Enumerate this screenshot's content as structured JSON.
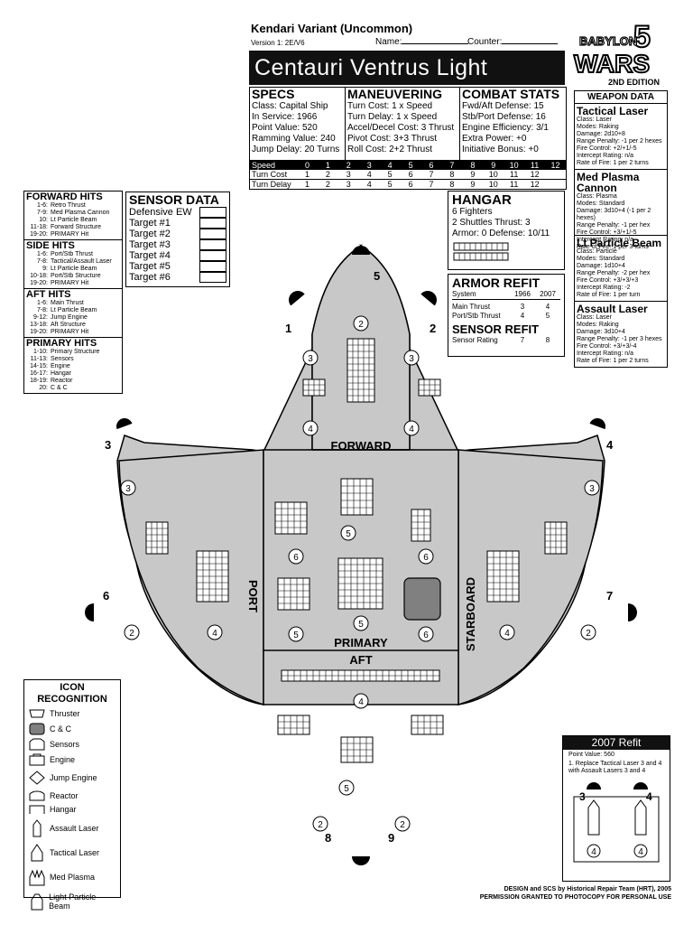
{
  "header": {
    "variant": "Kendari Variant (Uncommon)",
    "version": "Version 1: 2E/V6",
    "name_label": "Name:",
    "counter_label": "Counter:",
    "ship_title": "Centauri Ventrus Light Cruiser"
  },
  "logo": {
    "line1": "BABYLON",
    "line2": "WARS",
    "numeral": "5",
    "edition": "2ND EDITION"
  },
  "specs": {
    "title": "SPECS",
    "lines": [
      "Class: Capital Ship",
      "In Service: 1966",
      "Point Value: 520",
      "Ramming Value: 240",
      "Jump Delay: 20 Turns"
    ]
  },
  "maneuvering": {
    "title": "MANEUVERING",
    "lines": [
      "Turn Cost: 1 x Speed",
      "Turn Delay: 1 x Speed",
      "Accel/Decel Cost: 3 Thrust",
      "Pivot Cost: 3+3 Thrust",
      "Roll Cost: 2+2 Thrust"
    ]
  },
  "combat": {
    "title": "COMBAT STATS",
    "lines": [
      "Fwd/Aft Defense: 15",
      "Stb/Port Defense: 16",
      "Engine Efficiency: 3/1",
      "Extra Power: +0",
      "Initiative Bonus: +0"
    ]
  },
  "speed_table": {
    "speed_label": "Speed",
    "turn_cost_label": "Turn Cost",
    "turn_delay_label": "Turn Delay",
    "speed": [
      "0",
      "1",
      "2",
      "3",
      "4",
      "5",
      "6",
      "7",
      "8",
      "9",
      "10",
      "11",
      "12"
    ],
    "turn_cost": [
      "1",
      "2",
      "3",
      "4",
      "5",
      "6",
      "7",
      "8",
      "9",
      "10",
      "11",
      "12"
    ],
    "turn_delay": [
      "1",
      "2",
      "3",
      "4",
      "5",
      "6",
      "7",
      "8",
      "9",
      "10",
      "11",
      "12"
    ]
  },
  "weapon_data": {
    "title": "WEAPON DATA",
    "weapons": [
      {
        "name": "Tactical Laser",
        "lines": [
          "Class: Laser",
          "Modes: Raking",
          "Damage: 2d10+8",
          "Range Penalty: -1 per 2 hexes",
          "Fire Control: +2/+1/-5",
          "Intercept Rating: n/a",
          "Rate of Fire: 1 per 2 turns"
        ]
      },
      {
        "name": "Med Plasma Cannon",
        "lines": [
          "Class: Plasma",
          "Modes: Standard",
          "Damage: 3d10+4 (-1 per 2 hexes)",
          "Range Penalty: -1 per hex",
          "Fire Control: +3/+1/-5",
          "Intercept Rating: n/a",
          "Rate of Fire: 1 per 3 turns"
        ]
      },
      {
        "name": "Lt Particle Beam",
        "lines": [
          "Class: Particle",
          "Modes: Standard",
          "Damage: 1d10+4",
          "Range Penalty: -2 per hex",
          "Fire Control: +3/+3/+3",
          "Intercept Rating: -2",
          "Rate of Fire: 1 per turn"
        ]
      },
      {
        "name": "Assault Laser",
        "lines": [
          "Class: Laser",
          "Modes: Raking",
          "Damage: 3d10+4",
          "Range Penalty: -1 per 3 hexes",
          "Fire Control: +3/+3/-4",
          "Intercept Rating: n/a",
          "Rate of Fire: 1 per 2 turns"
        ]
      }
    ]
  },
  "sensor_data": {
    "title": "SENSOR DATA",
    "rows": [
      "Defensive EW",
      "Target #1",
      "Target #2",
      "Target #3",
      "Target #4",
      "Target #5",
      "Target #6"
    ]
  },
  "hangar": {
    "title": "HANGAR",
    "line1": "6 Fighters",
    "line2": "2 Shuttles   Thrust: 3",
    "line3": "Armor: 0   Defense: 10/11"
  },
  "armor_refit": {
    "title": "ARMOR REFIT",
    "col_system": "System",
    "col_a": "1966",
    "col_b": "2007",
    "rows": [
      {
        "system": "Main Thrust",
        "a": "3",
        "b": "4"
      },
      {
        "system": "Port/Stb Thrust",
        "a": "4",
        "b": "5"
      }
    ],
    "sensor_title": "SENSOR REFIT",
    "sensor_row": {
      "system": "Sensor Rating",
      "a": "7",
      "b": "8"
    }
  },
  "hit_tables": [
    {
      "title": "FORWARD HITS",
      "rows": [
        [
          "1-6:",
          "Retro Thrust"
        ],
        [
          "7-9:",
          "Med Plasma Cannon"
        ],
        [
          "10:",
          "Lt Particle Beam"
        ],
        [
          "11-18:",
          "Forward Structure"
        ],
        [
          "19-20:",
          "PRIMARY Hit"
        ]
      ]
    },
    {
      "title": "SIDE HITS",
      "rows": [
        [
          "1-6:",
          "Port/Stb Thrust"
        ],
        [
          "7-8:",
          "Tactical/Assault Laser"
        ],
        [
          "9:",
          "Lt Particle Beam"
        ],
        [
          "10-18:",
          "Port/Stb Structure"
        ],
        [
          "19-20:",
          "PRIMARY Hit"
        ]
      ]
    },
    {
      "title": "AFT HITS",
      "rows": [
        [
          "1-6:",
          "Main Thrust"
        ],
        [
          "7-8:",
          "Lt Particle Beam"
        ],
        [
          "9-12:",
          "Jump Engine"
        ],
        [
          "13-18:",
          "Aft Structure"
        ],
        [
          "19-20:",
          "PRIMARY Hit"
        ]
      ]
    },
    {
      "title": "PRIMARY HITS",
      "rows": [
        [
          "1-10:",
          "Primary Structure"
        ],
        [
          "11-13:",
          "Sensors"
        ],
        [
          "14-15:",
          "Engine"
        ],
        [
          "16-17:",
          "Hangar"
        ],
        [
          "18-19:",
          "Reactor"
        ],
        [
          "20:",
          "C & C"
        ]
      ]
    }
  ],
  "ship_labels": {
    "forward": "FORWARD",
    "port": "PORT",
    "primary": "PRIMARY",
    "aft": "AFT",
    "starboard": "STARBOARD"
  },
  "icon_recognition": {
    "title": "ICON RECOGNITION",
    "items": [
      "Thruster",
      "C & C",
      "Sensors",
      "Engine",
      "Jump Engine",
      "Reactor",
      "Hangar",
      "Assault Laser",
      "Tactical Laser",
      "Med Plasma",
      "Light Particle Beam"
    ]
  },
  "refit_2007": {
    "title": "2007 Refit",
    "point_value": "Point Value: 560",
    "note": "1. Replace Tactical Laser 3 and 4 with Assault Lasers 3 and 4"
  },
  "footer": {
    "line1": "DESIGN and SCS by Historical Repair Team (HRT), 2005",
    "line2": "PERMISSION GRANTED TO PHOTOCOPY FOR PERSONAL USE"
  },
  "weapon_numbers": [
    "1",
    "2",
    "3",
    "4",
    "5",
    "6",
    "7",
    "8",
    "9"
  ],
  "thrust_ratings": [
    "2",
    "3",
    "4",
    "5",
    "6"
  ]
}
